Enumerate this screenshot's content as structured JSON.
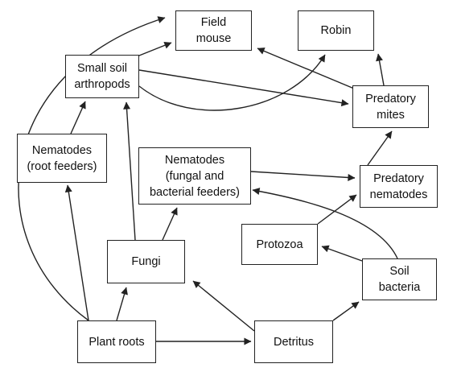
{
  "diagram": {
    "nodes": {
      "field_mouse": "Field\nmouse",
      "robin": "Robin",
      "small_soil_arthropods": "Small soil\narthropods",
      "predatory_mites": "Predatory\nmites",
      "nematodes_root_feeders": "Nematodes\n(root feeders)",
      "nematodes_fungal_bacterial_feeders": "Nematodes\n(fungal and\nbacterial feeders)",
      "predatory_nematodes": "Predatory\nnematodes",
      "protozoa": "Protozoa",
      "fungi": "Fungi",
      "soil_bacteria": "Soil\nbacteria",
      "plant_roots": "Plant roots",
      "detritus": "Detritus"
    },
    "edges": [
      {
        "from": "plant_roots",
        "to": "field_mouse"
      },
      {
        "from": "plant_roots",
        "to": "nematodes_root_feeders"
      },
      {
        "from": "plant_roots",
        "to": "fungi"
      },
      {
        "from": "plant_roots",
        "to": "detritus"
      },
      {
        "from": "detritus",
        "to": "fungi"
      },
      {
        "from": "detritus",
        "to": "soil_bacteria"
      },
      {
        "from": "fungi",
        "to": "small_soil_arthropods"
      },
      {
        "from": "fungi",
        "to": "nematodes_fungal_bacterial_feeders"
      },
      {
        "from": "nematodes_root_feeders",
        "to": "small_soil_arthropods"
      },
      {
        "from": "small_soil_arthropods",
        "to": "field_mouse"
      },
      {
        "from": "small_soil_arthropods",
        "to": "predatory_mites"
      },
      {
        "from": "small_soil_arthropods",
        "to": "robin"
      },
      {
        "from": "predatory_mites",
        "to": "field_mouse"
      },
      {
        "from": "predatory_mites",
        "to": "robin"
      },
      {
        "from": "nematodes_fungal_bacterial_feeders",
        "to": "predatory_nematodes"
      },
      {
        "from": "predatory_nematodes",
        "to": "predatory_mites"
      },
      {
        "from": "protozoa",
        "to": "predatory_nematodes"
      },
      {
        "from": "soil_bacteria",
        "to": "protozoa"
      },
      {
        "from": "soil_bacteria",
        "to": "nematodes_fungal_bacterial_feeders"
      }
    ]
  }
}
